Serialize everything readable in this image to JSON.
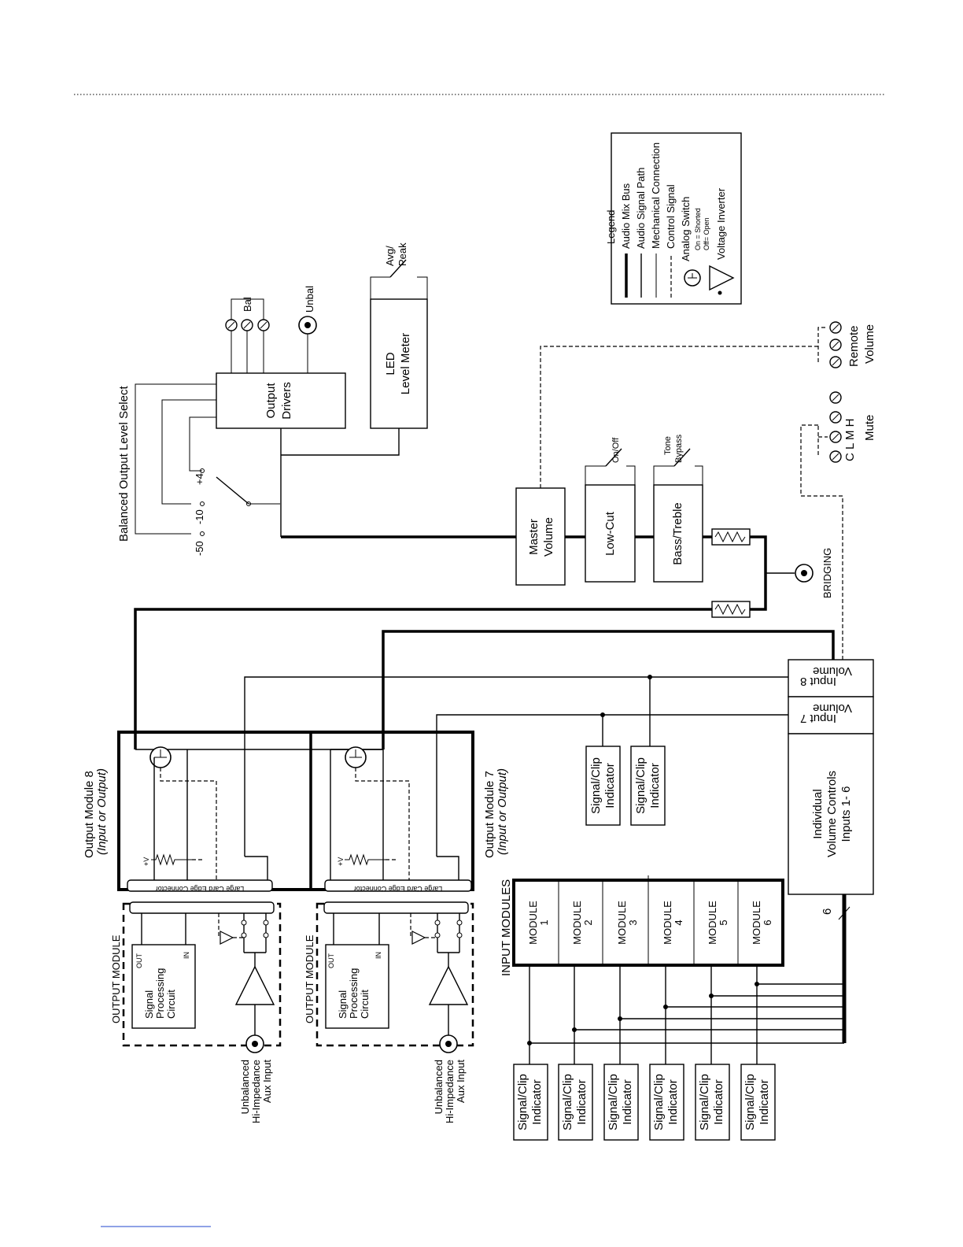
{
  "diagram": {
    "legend": {
      "title": "Legend",
      "items": [
        "Audio Mix Bus",
        "Audio Signal Path",
        "Mechanical Connection",
        "Control Signal",
        "Analog Switch",
        "Voltage Inverter"
      ],
      "switch_on": "On = Shorted",
      "switch_off": "Off= Open"
    },
    "output_section": {
      "select_title": "Balanced Output Level Select",
      "levels": [
        "-50",
        "-10",
        "+4"
      ],
      "drivers": [
        "Output",
        "Drivers"
      ],
      "bal": "Bal",
      "unbal": "Unbal",
      "meter": [
        "LED",
        "Level Meter"
      ],
      "avg_peak": [
        "Avg/",
        "Peak"
      ]
    },
    "processing": {
      "master": [
        "Master",
        "Volume"
      ],
      "lowcut": "Low-Cut",
      "onoff": "On/Off",
      "bass": "Bass/Treble",
      "tone": [
        "Tone",
        "Bypass"
      ],
      "bridging": "BRIDGING"
    },
    "control": {
      "mute": "Mute",
      "mute_terms": "C  L  M  H",
      "remote": [
        "Remote",
        "Volume"
      ],
      "input8": [
        "Input 8",
        "Volume"
      ],
      "input7": [
        "Input 7",
        "Volume"
      ],
      "individual": [
        "Individual",
        "Volume Controls",
        "Inputs 1- 6"
      ],
      "bus_count": "6"
    },
    "output_modules": {
      "m8_title": "Output Module 8",
      "m7_title": "Output Module 7",
      "subtitle": "(Input or Output)",
      "connector": "Large Card Edge Connector",
      "plus_v": "+V",
      "module_label": "OUTPUT MODULE",
      "out": "OUT",
      "in": "IN",
      "spc": [
        "Signal",
        "Processing",
        "Circuit"
      ],
      "aux": [
        "Unbalanced",
        "Hi-Impedance",
        "Aux Input"
      ]
    },
    "input_modules": {
      "title": "INPUT MODULES",
      "modules": [
        [
          "MODULE",
          "1"
        ],
        [
          "MODULE",
          "2"
        ],
        [
          "MODULE",
          "3"
        ],
        [
          "MODULE",
          "4"
        ],
        [
          "MODULE",
          "5"
        ],
        [
          "MODULE",
          "6"
        ]
      ]
    },
    "indicator": [
      "Signal/Clip",
      "Indicator"
    ]
  }
}
